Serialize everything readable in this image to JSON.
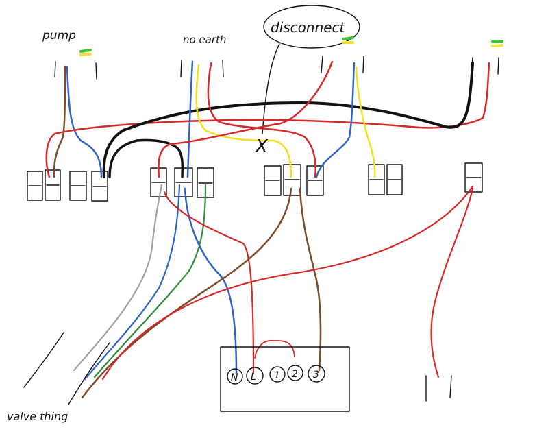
{
  "labels": {
    "pump": "pump",
    "no_earth": "no earth",
    "disconnect": "disconnect",
    "valve_thing": "valve thing",
    "disconnect_mark": "X"
  },
  "terminals": [
    "N",
    "L",
    "1",
    "2",
    "3"
  ],
  "colors": {
    "brown": "#7a4a2a",
    "blue": "#2f63c8",
    "red": "#d62a2a",
    "yellow": "#f0e020",
    "black": "#111111",
    "grey": "#a0a0a0",
    "green": "#2a8a3a",
    "earth_green": "#3cc43c",
    "earth_yellow": "#f3e23a"
  }
}
